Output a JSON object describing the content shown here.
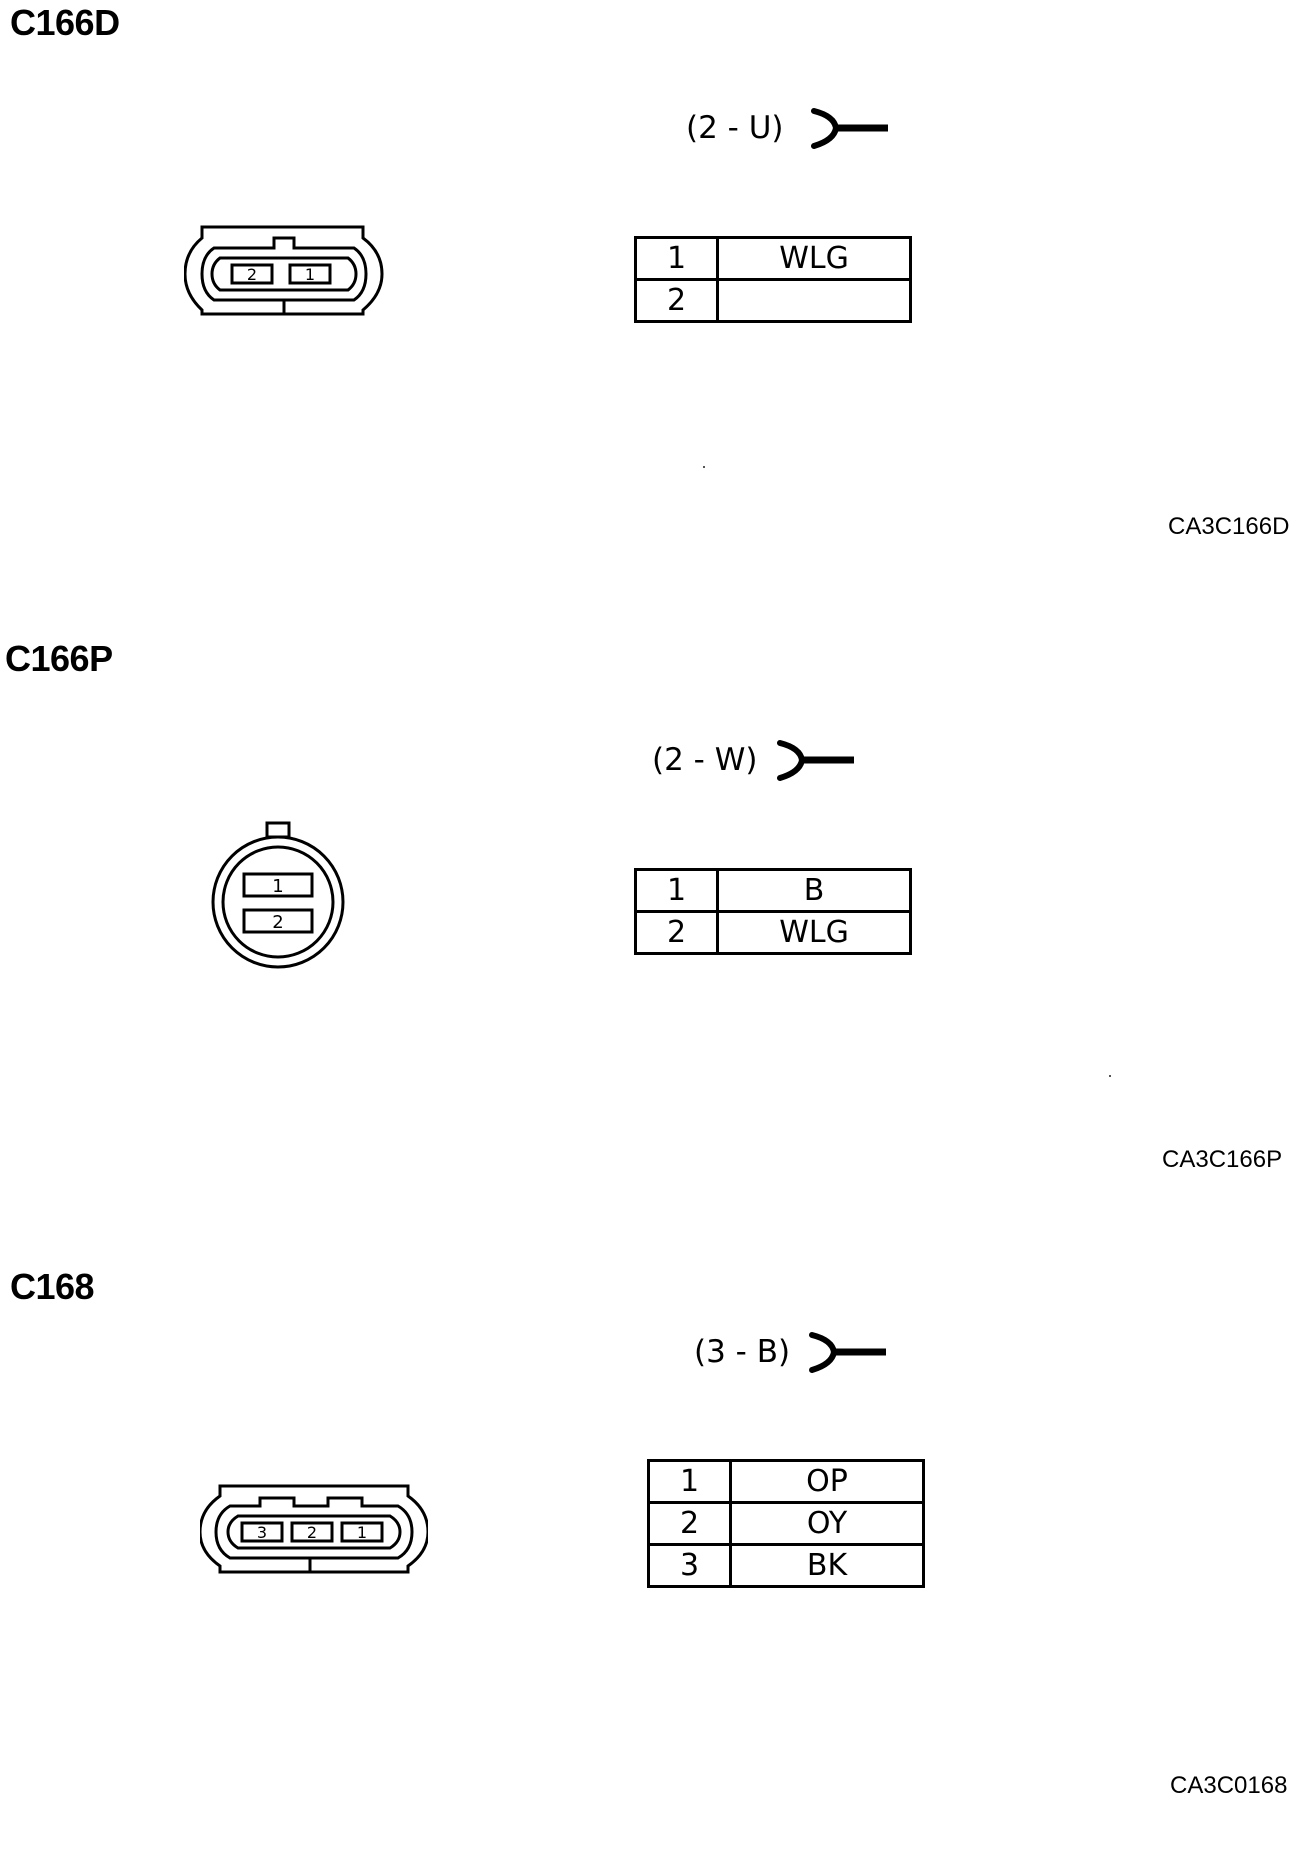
{
  "sections": [
    {
      "title": "C166D",
      "spec": "(2 - U)",
      "connector_pin_labels": [
        "2",
        "1"
      ],
      "pins": [
        {
          "pin": "1",
          "wire": "WLG"
        },
        {
          "pin": "2",
          "wire": ""
        }
      ],
      "ref_code": "CA3C166D",
      "connector_icon": "rectangular-2-pin-connector-icon",
      "fork_icon": "wire-fork-icon"
    },
    {
      "title": "C166P",
      "spec": "(2 - W)",
      "connector_pin_labels": [
        "1",
        "2"
      ],
      "pins": [
        {
          "pin": "1",
          "wire": "B"
        },
        {
          "pin": "2",
          "wire": "WLG"
        }
      ],
      "ref_code": "CA3C166P",
      "connector_icon": "round-2-pin-connector-icon",
      "fork_icon": "wire-fork-icon"
    },
    {
      "title": "C168",
      "spec": "(3 - B)",
      "connector_pin_labels": [
        "3",
        "2",
        "1"
      ],
      "pins": [
        {
          "pin": "1",
          "wire": "OP"
        },
        {
          "pin": "2",
          "wire": "OY"
        },
        {
          "pin": "3",
          "wire": "BK"
        }
      ],
      "ref_code": "CA3C0168",
      "connector_icon": "rectangular-3-pin-connector-icon",
      "fork_icon": "wire-fork-icon"
    }
  ]
}
